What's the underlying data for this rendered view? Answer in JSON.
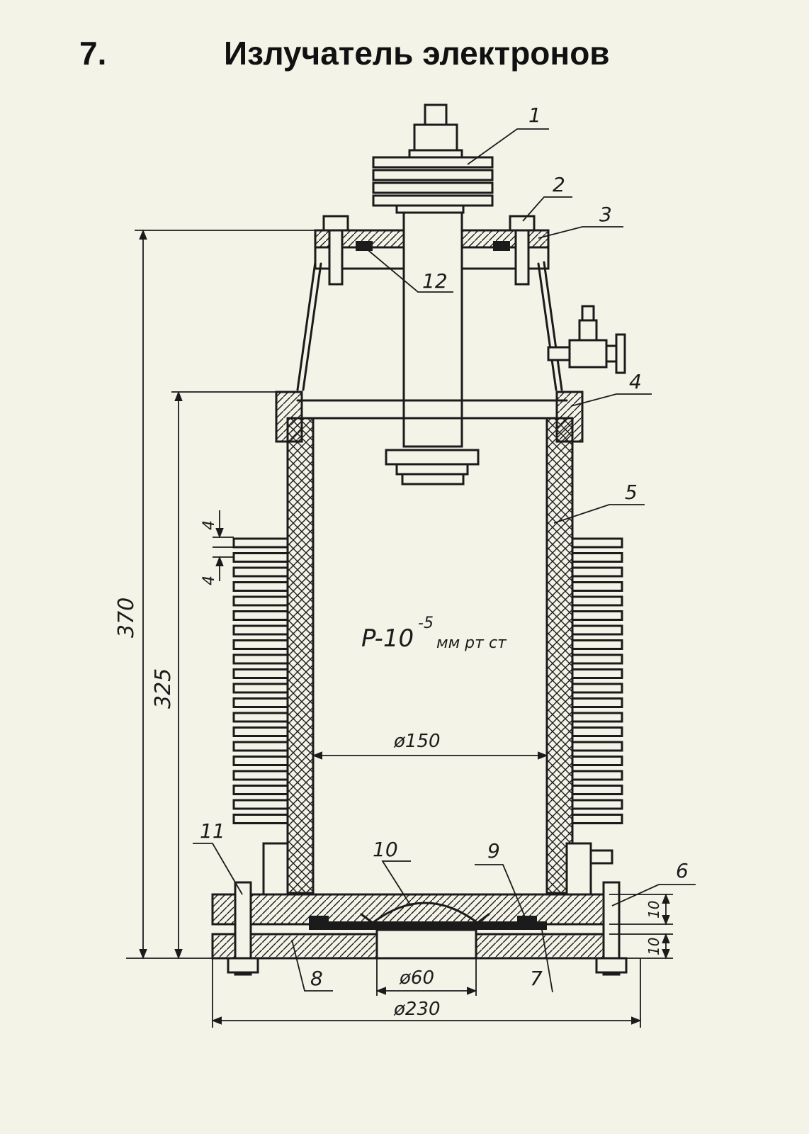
{
  "heading": {
    "number": "7.",
    "title": "Излучатель электронов"
  },
  "parts": [
    "1",
    "2",
    "3",
    "4",
    "5",
    "6",
    "7",
    "8",
    "9",
    "10",
    "11",
    "12"
  ],
  "dimensions": {
    "overall_height": "370",
    "body_height": "325",
    "fin_thickness": "4",
    "fin_gap": "4",
    "inner_diameter": "ø150",
    "window_diameter": "ø60",
    "flange_diameter": "ø230",
    "top_flange_thickness": "10",
    "bottom_flange_thickness": "10"
  },
  "annotation": {
    "pressure_prefix": "P-10",
    "pressure_exponent": "-5",
    "pressure_units": "мм рт ст"
  },
  "colors": {
    "ink": "#1b1b1b",
    "paper": "#f4f3e8"
  }
}
